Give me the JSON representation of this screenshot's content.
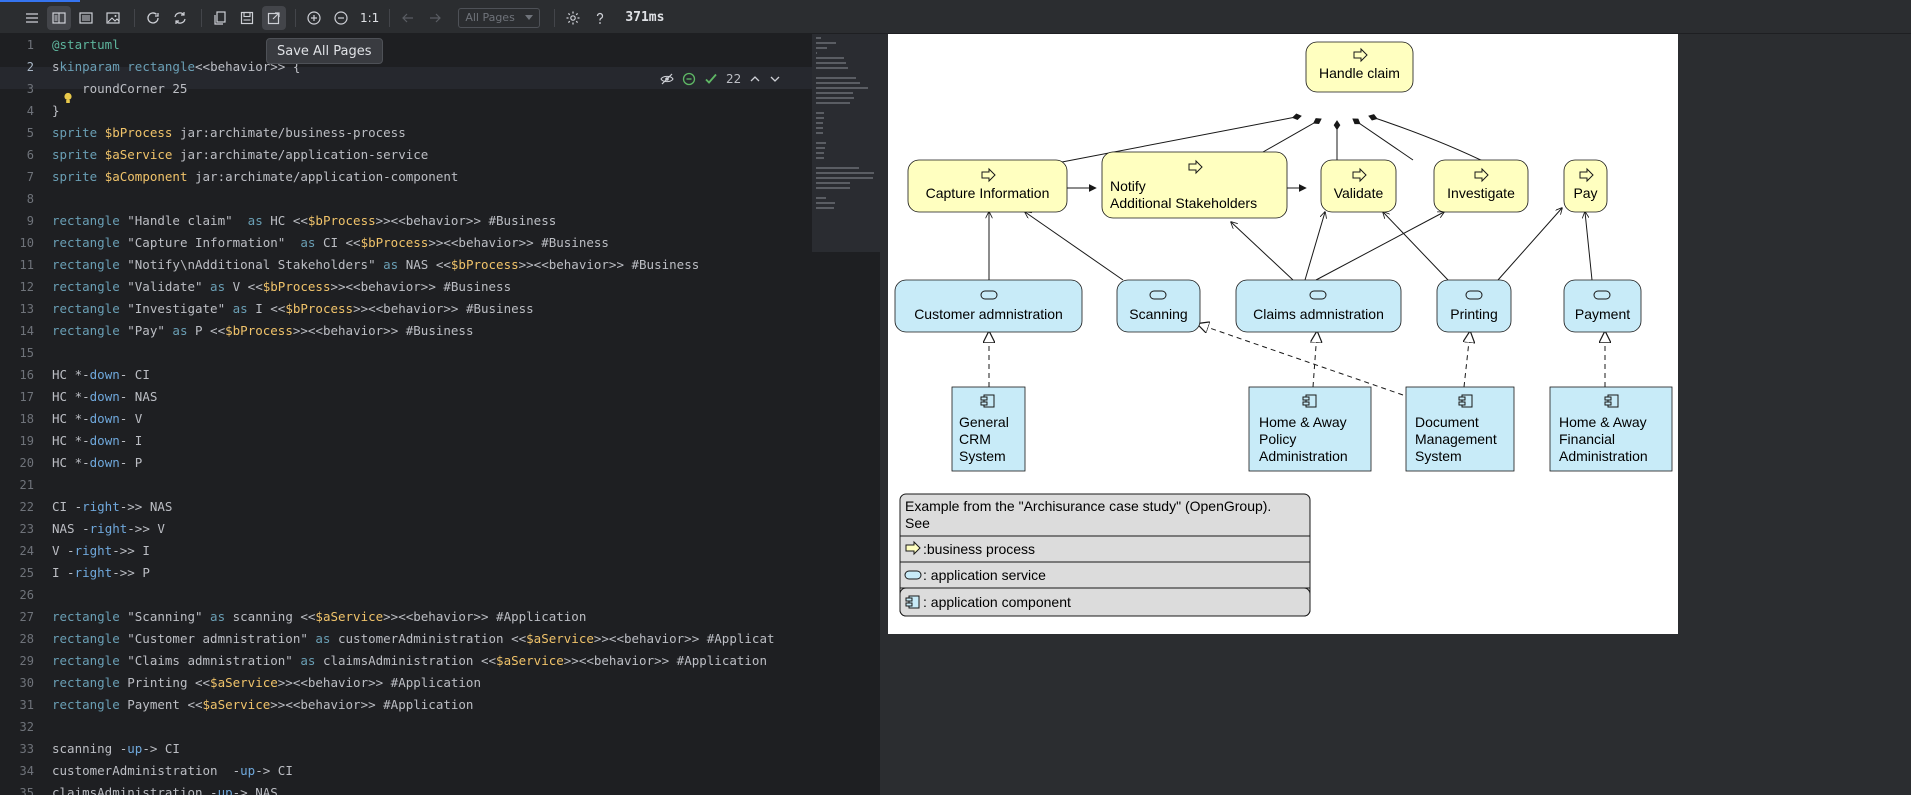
{
  "toolbar": {
    "zoom_reset_label": "1:1",
    "pages_select_value": "All Pages",
    "render_time": "371ms",
    "icons": [
      "menu-icon",
      "split-view-icon",
      "editor-only-icon",
      "preview-only-icon",
      "refresh-icon",
      "sync-icon",
      "copy-icon",
      "save-icon",
      "open-external-icon",
      "zoom-in-icon",
      "zoom-out-icon",
      "back-icon",
      "forward-icon",
      "settings-icon",
      "help-icon"
    ]
  },
  "tooltip": {
    "text": "Save All Pages"
  },
  "inspection": {
    "count": "22"
  },
  "editor": {
    "lines": [
      [
        [
          "@startuml",
          "start"
        ]
      ],
      [
        [
          "s",
          ""
        ],
        [
          "kinparam",
          "kw"
        ],
        [
          " ",
          ""
        ],
        [
          "rectangle",
          "kw"
        ],
        [
          "<<behavior>> {",
          ""
        ]
      ],
      [
        [
          "    roundCorner 25",
          ""
        ]
      ],
      [
        [
          "}",
          ""
        ]
      ],
      [
        [
          "sprite ",
          "kw"
        ],
        [
          "$bProcess",
          "var"
        ],
        [
          " jar:archimate/business-process",
          ""
        ]
      ],
      [
        [
          "sprite ",
          "kw"
        ],
        [
          "$aService",
          "var"
        ],
        [
          " jar:archimate/application-service",
          ""
        ]
      ],
      [
        [
          "sprite ",
          "kw"
        ],
        [
          "$aComponent",
          "var"
        ],
        [
          " jar:archimate/application-component",
          ""
        ]
      ],
      [
        [
          "",
          ""
        ]
      ],
      [
        [
          "rectangle",
          "kw"
        ],
        [
          " \"Handle claim\"  ",
          ""
        ],
        [
          "as",
          "kw"
        ],
        [
          " HC <<",
          ""
        ],
        [
          "$bProcess",
          "var"
        ],
        [
          ">><<behavior>> #Business",
          ""
        ]
      ],
      [
        [
          "rectangle",
          "kw"
        ],
        [
          " \"Capture Information\"  ",
          ""
        ],
        [
          "as",
          "kw"
        ],
        [
          " CI <<",
          ""
        ],
        [
          "$bProcess",
          "var"
        ],
        [
          ">><<behavior>> #Business",
          ""
        ]
      ],
      [
        [
          "rectangle",
          "kw"
        ],
        [
          " \"Notify\\nAdditional Stakeholders\" ",
          ""
        ],
        [
          "as",
          "kw"
        ],
        [
          " NAS <<",
          ""
        ],
        [
          "$bProcess",
          "var"
        ],
        [
          ">><<behavior>> #Business",
          ""
        ]
      ],
      [
        [
          "rectangle",
          "kw"
        ],
        [
          " \"Validate\" ",
          ""
        ],
        [
          "as",
          "kw"
        ],
        [
          " V <<",
          ""
        ],
        [
          "$bProcess",
          "var"
        ],
        [
          ">><<behavior>> #Business",
          ""
        ]
      ],
      [
        [
          "rectangle",
          "kw"
        ],
        [
          " \"Investigate\" ",
          ""
        ],
        [
          "as",
          "kw"
        ],
        [
          " I <<",
          ""
        ],
        [
          "$bProcess",
          "var"
        ],
        [
          ">><<behavior>> #Business",
          ""
        ]
      ],
      [
        [
          "rectangle",
          "kw"
        ],
        [
          " \"Pay\" ",
          ""
        ],
        [
          "as",
          "kw"
        ],
        [
          " P <<",
          ""
        ],
        [
          "$bProcess",
          "var"
        ],
        [
          ">><<behavior>> #Business",
          ""
        ]
      ],
      [
        [
          "",
          ""
        ]
      ],
      [
        [
          "HC *-",
          ""
        ],
        [
          "down",
          "dir"
        ],
        [
          "- CI",
          ""
        ]
      ],
      [
        [
          "HC *-",
          ""
        ],
        [
          "down",
          "dir"
        ],
        [
          "- NAS",
          ""
        ]
      ],
      [
        [
          "HC *-",
          ""
        ],
        [
          "down",
          "dir"
        ],
        [
          "- V",
          ""
        ]
      ],
      [
        [
          "HC *-",
          ""
        ],
        [
          "down",
          "dir"
        ],
        [
          "- I",
          ""
        ]
      ],
      [
        [
          "HC *-",
          ""
        ],
        [
          "down",
          "dir"
        ],
        [
          "- P",
          ""
        ]
      ],
      [
        [
          "",
          ""
        ]
      ],
      [
        [
          "CI -",
          ""
        ],
        [
          "right",
          "dir"
        ],
        [
          "->> NAS",
          ""
        ]
      ],
      [
        [
          "NAS -",
          ""
        ],
        [
          "right",
          "dir"
        ],
        [
          "->> V",
          ""
        ]
      ],
      [
        [
          "V -",
          ""
        ],
        [
          "right",
          "dir"
        ],
        [
          "->> I",
          ""
        ]
      ],
      [
        [
          "I -",
          ""
        ],
        [
          "right",
          "dir"
        ],
        [
          "->> P",
          ""
        ]
      ],
      [
        [
          "",
          ""
        ]
      ],
      [
        [
          "rectangle",
          "kw"
        ],
        [
          " \"Scanning\" ",
          ""
        ],
        [
          "as",
          "kw"
        ],
        [
          " scanning <<",
          ""
        ],
        [
          "$aService",
          "var"
        ],
        [
          ">><<behavior>> #Application",
          ""
        ]
      ],
      [
        [
          "rectangle",
          "kw"
        ],
        [
          " \"Customer admnistration\" ",
          ""
        ],
        [
          "as",
          "kw"
        ],
        [
          " customerAdministration <<",
          ""
        ],
        [
          "$aService",
          "var"
        ],
        [
          ">><<behavior>> #Applicat",
          ""
        ]
      ],
      [
        [
          "rectangle",
          "kw"
        ],
        [
          " \"Claims admnistration\" ",
          ""
        ],
        [
          "as",
          "kw"
        ],
        [
          " claimsAdministration <<",
          ""
        ],
        [
          "$aService",
          "var"
        ],
        [
          ">><<behavior>> #Application",
          ""
        ]
      ],
      [
        [
          "rectangle",
          "kw"
        ],
        [
          " Printing <<",
          ""
        ],
        [
          "$aService",
          "var"
        ],
        [
          ">><<behavior>> #Application",
          ""
        ]
      ],
      [
        [
          "rectangle",
          "kw"
        ],
        [
          " Payment <<",
          ""
        ],
        [
          "$aService",
          "var"
        ],
        [
          ">><<behavior>> #Application",
          ""
        ]
      ],
      [
        [
          "",
          ""
        ]
      ],
      [
        [
          "scanning -",
          ""
        ],
        [
          "up",
          "dir"
        ],
        [
          "-> CI",
          ""
        ]
      ],
      [
        [
          "customerAdministration  -",
          ""
        ],
        [
          "up",
          "dir"
        ],
        [
          "-> CI",
          ""
        ]
      ],
      [
        [
          "claimsAdministration -",
          ""
        ],
        [
          "up",
          "dir"
        ],
        [
          "-> NAS",
          ""
        ]
      ]
    ]
  },
  "diagram": {
    "business": {
      "hc": "Handle claim",
      "ci": "Capture Information",
      "nas_line1": "Notify",
      "nas_line2": "Additional Stakeholders",
      "v": "Validate",
      "i": "Investigate",
      "p": "Pay"
    },
    "services": {
      "customer": "Customer admnistration",
      "scanning": "Scanning",
      "claims": "Claims admnistration",
      "printing": "Printing",
      "payment": "Payment"
    },
    "components": {
      "crm": [
        "General",
        "CRM",
        "System"
      ],
      "policy": [
        "Home & Away",
        "Policy",
        "Administration"
      ],
      "document": [
        "Document",
        "Management",
        "System"
      ],
      "financial": [
        "Home & Away",
        "Financial",
        "Administration"
      ]
    },
    "legend": {
      "title_line1": "Example from the \"Archisurance case study\" (OpenGroup).",
      "title_line2": "See",
      "row_process": ":business process",
      "row_service": ": application service",
      "row_component": ": application component"
    },
    "colors": {
      "business": "#ffffc0",
      "application": "#c8ebf8",
      "legend": "#dcdcdc"
    }
  }
}
